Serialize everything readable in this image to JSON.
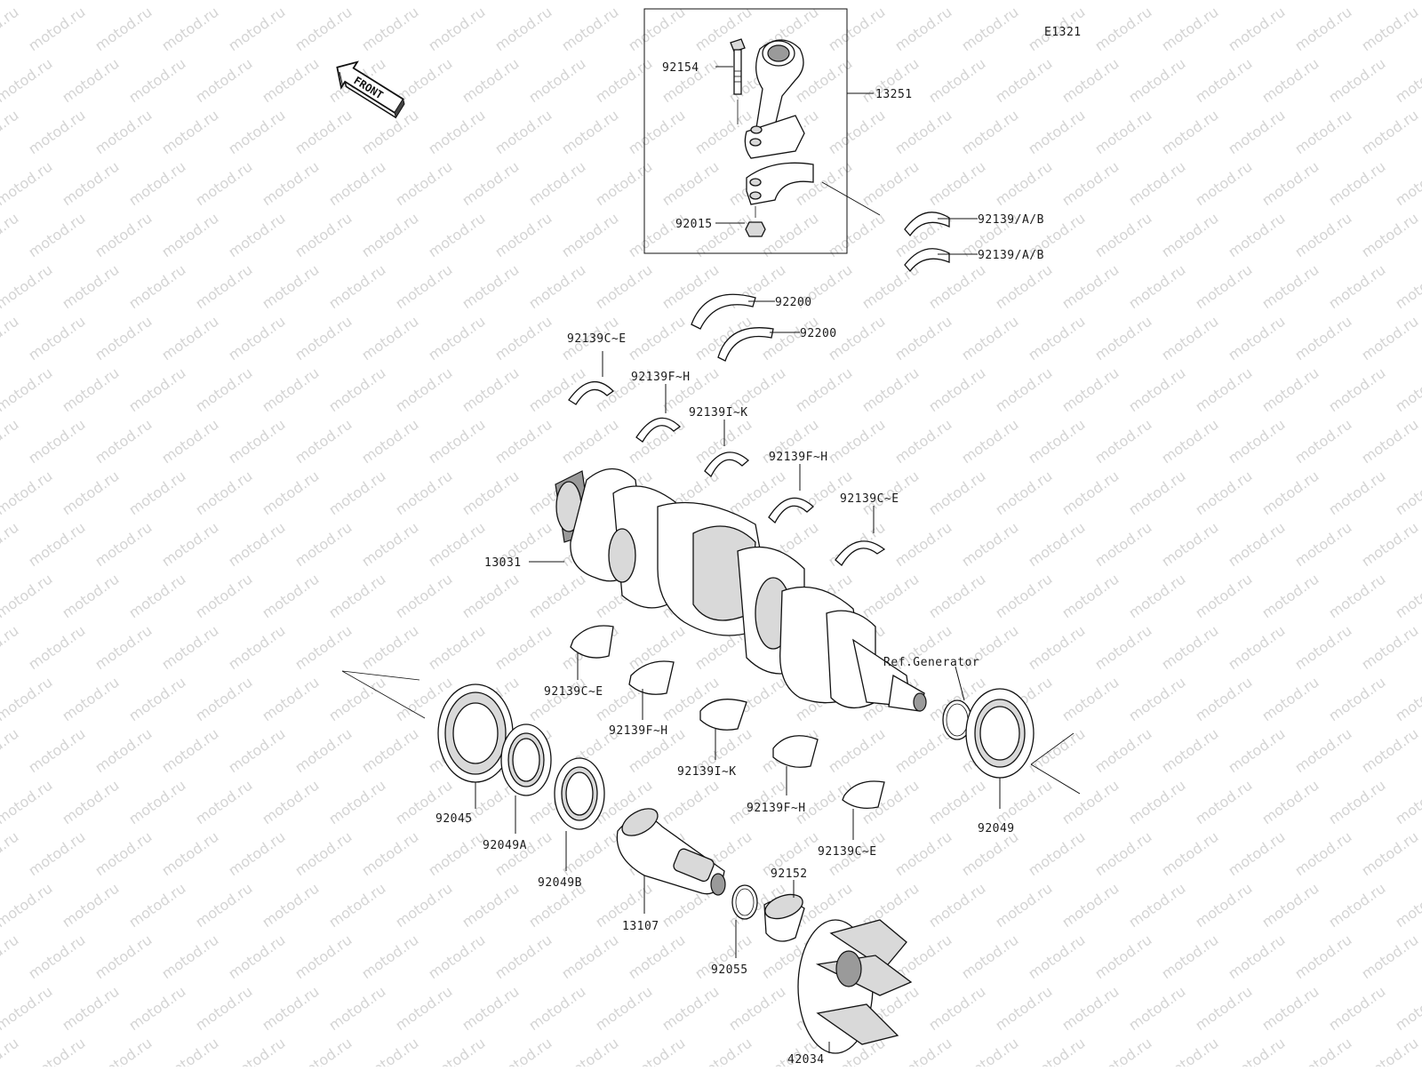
{
  "diagram": {
    "code": "E1321",
    "front_label": "FRONT",
    "watermark_text": "motod.ru",
    "reference_note": "Ref.Generator",
    "colors": {
      "line": "#111111",
      "shade": "#d9d9d9",
      "dark": "#9a9a9a",
      "watermark": "#d4d4d4"
    },
    "callouts": [
      "92154",
      "13251",
      "92015",
      "92139/A/B",
      "92139/A/B",
      "92200",
      "92200",
      "92139C~E",
      "92139F~H",
      "92139I~K",
      "92139F~H",
      "92139C~E",
      "13031",
      "92139C~E",
      "92139F~H",
      "92139I~K",
      "92139F~H",
      "92139C~E",
      "92045",
      "92049A",
      "92049B",
      "13107",
      "92055",
      "92152",
      "42034",
      "92049"
    ]
  }
}
